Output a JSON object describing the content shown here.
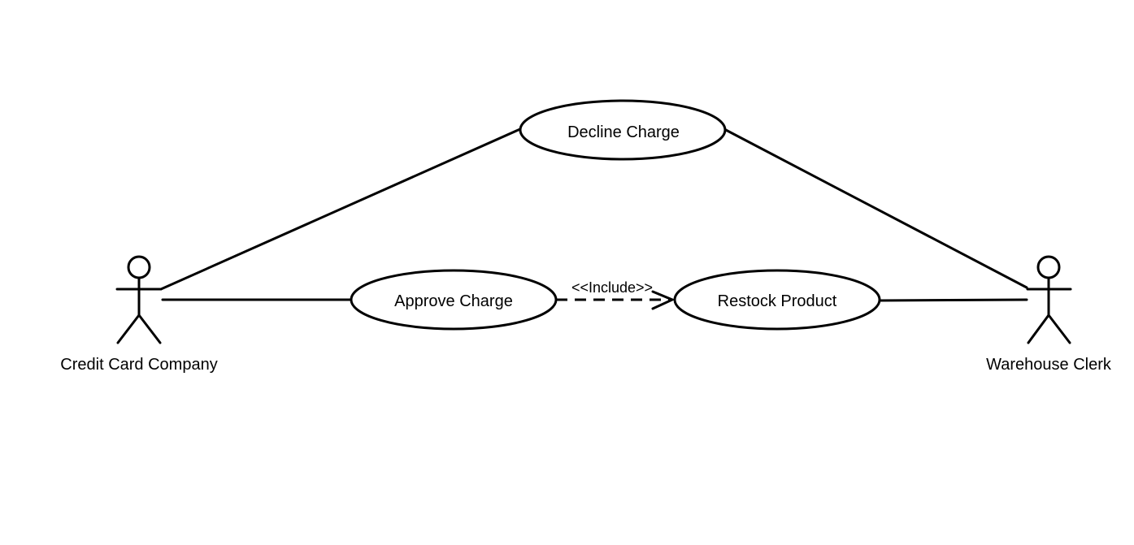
{
  "diagram": {
    "actors": {
      "left": {
        "name": "Credit Card Company"
      },
      "right": {
        "name": "Warehouse Clerk"
      }
    },
    "use_cases": {
      "decline": {
        "label": "Decline Charge"
      },
      "approve": {
        "label": "Approve Charge"
      },
      "restock": {
        "label": "Restock Product"
      }
    },
    "relationships": {
      "include_label": "<<Include>>"
    },
    "colors": {
      "stroke": "#000000",
      "background": "#ffffff"
    }
  }
}
